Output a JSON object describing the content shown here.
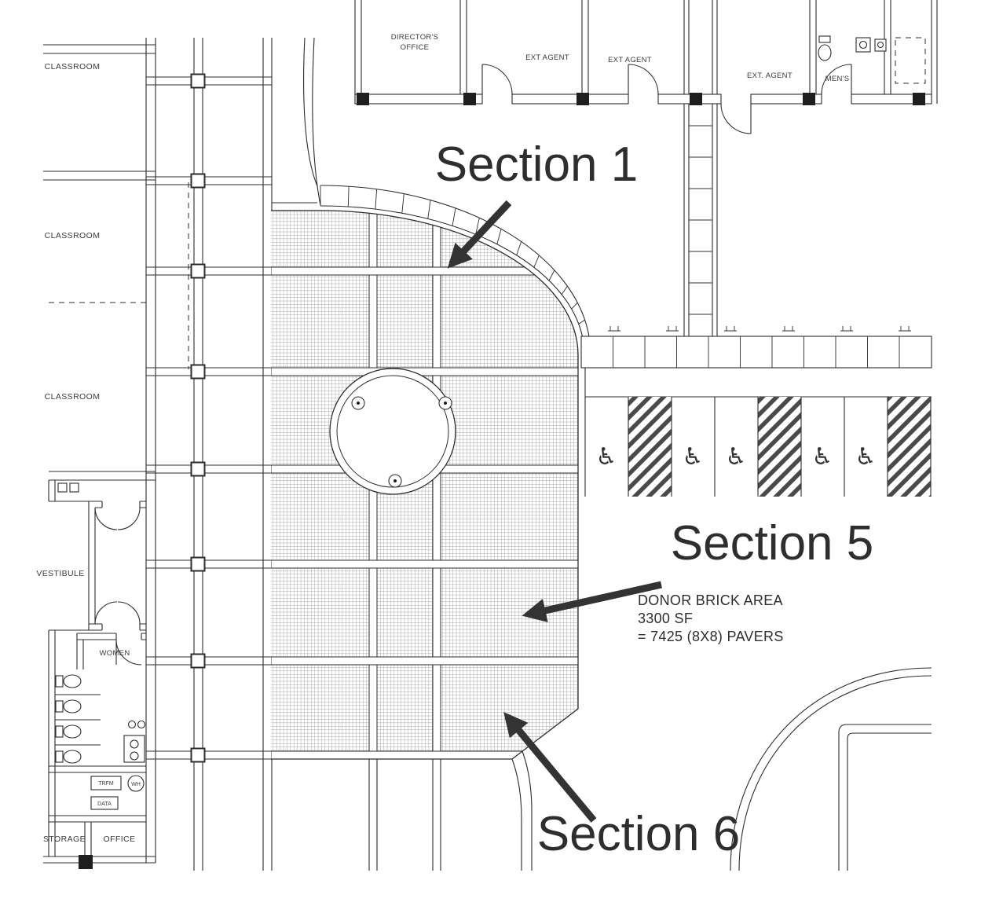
{
  "left_wing": {
    "classrooms": [
      "CLASSROOM",
      "CLASSROOM",
      "CLASSROOM"
    ],
    "vestibule": "VESTIBULE",
    "women": "WOMEN",
    "storage": "STORAGE",
    "office": "OFFICE",
    "equipment": {
      "trfm": "TRFM",
      "wh": "WH",
      "data": "DATA"
    }
  },
  "top_wing": {
    "directors_office": [
      "DIRECTOR'S",
      "OFFICE"
    ],
    "ext_agents": [
      "EXT AGENT",
      "EXT AGENT",
      "EXT. AGENT"
    ],
    "mens": "MEN'S"
  },
  "annotations": {
    "sections": [
      "Section 1",
      "Section 5",
      "Section 6"
    ],
    "donor_note": [
      "DONOR BRICK AREA",
      "3300 SF",
      "= 7425 (8X8) PAVERS"
    ]
  },
  "icons": {
    "handicap": "♿"
  },
  "colors": {
    "ink": "#2c2c2c",
    "annotation": "#333333",
    "hatch_line": "#8c8c8c",
    "paper": "#ffffff"
  }
}
